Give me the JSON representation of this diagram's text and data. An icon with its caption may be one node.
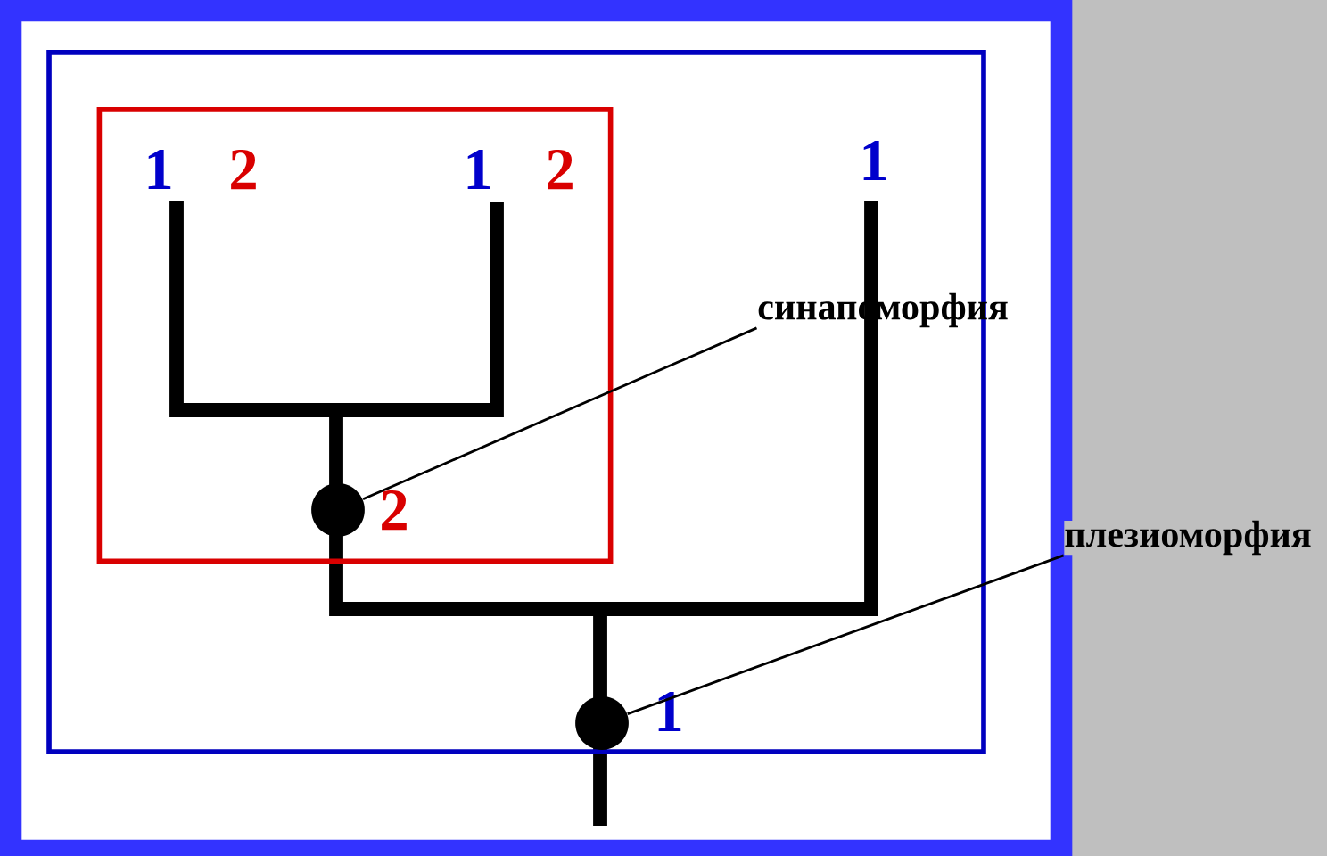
{
  "diagram": {
    "nodes": [
      {
        "text": [],
        "shape": "box"
      },
      {
        "text": [],
        "shape": "box",
        "in": 0
      },
      {
        "text": [],
        "shape": "circle",
        "in": 1,
        "beside": [
          "2"
        ]
      },
      {
        "text": [],
        "shape": "circle",
        "in": 0,
        "beside": [
          "1"
        ]
      },
      {
        "text": [
          "синапоморфия"
        ]
      },
      {
        "text": [
          "плезиоморфия"
        ]
      }
    ],
    "edges": [
      {
        "from": 4,
        "to": 2,
        "arrow": "none"
      },
      {
        "from": 5,
        "to": 3,
        "arrow": "none"
      }
    ],
    "labels": [
      "1",
      "2",
      "1",
      "2",
      "1"
    ]
  }
}
